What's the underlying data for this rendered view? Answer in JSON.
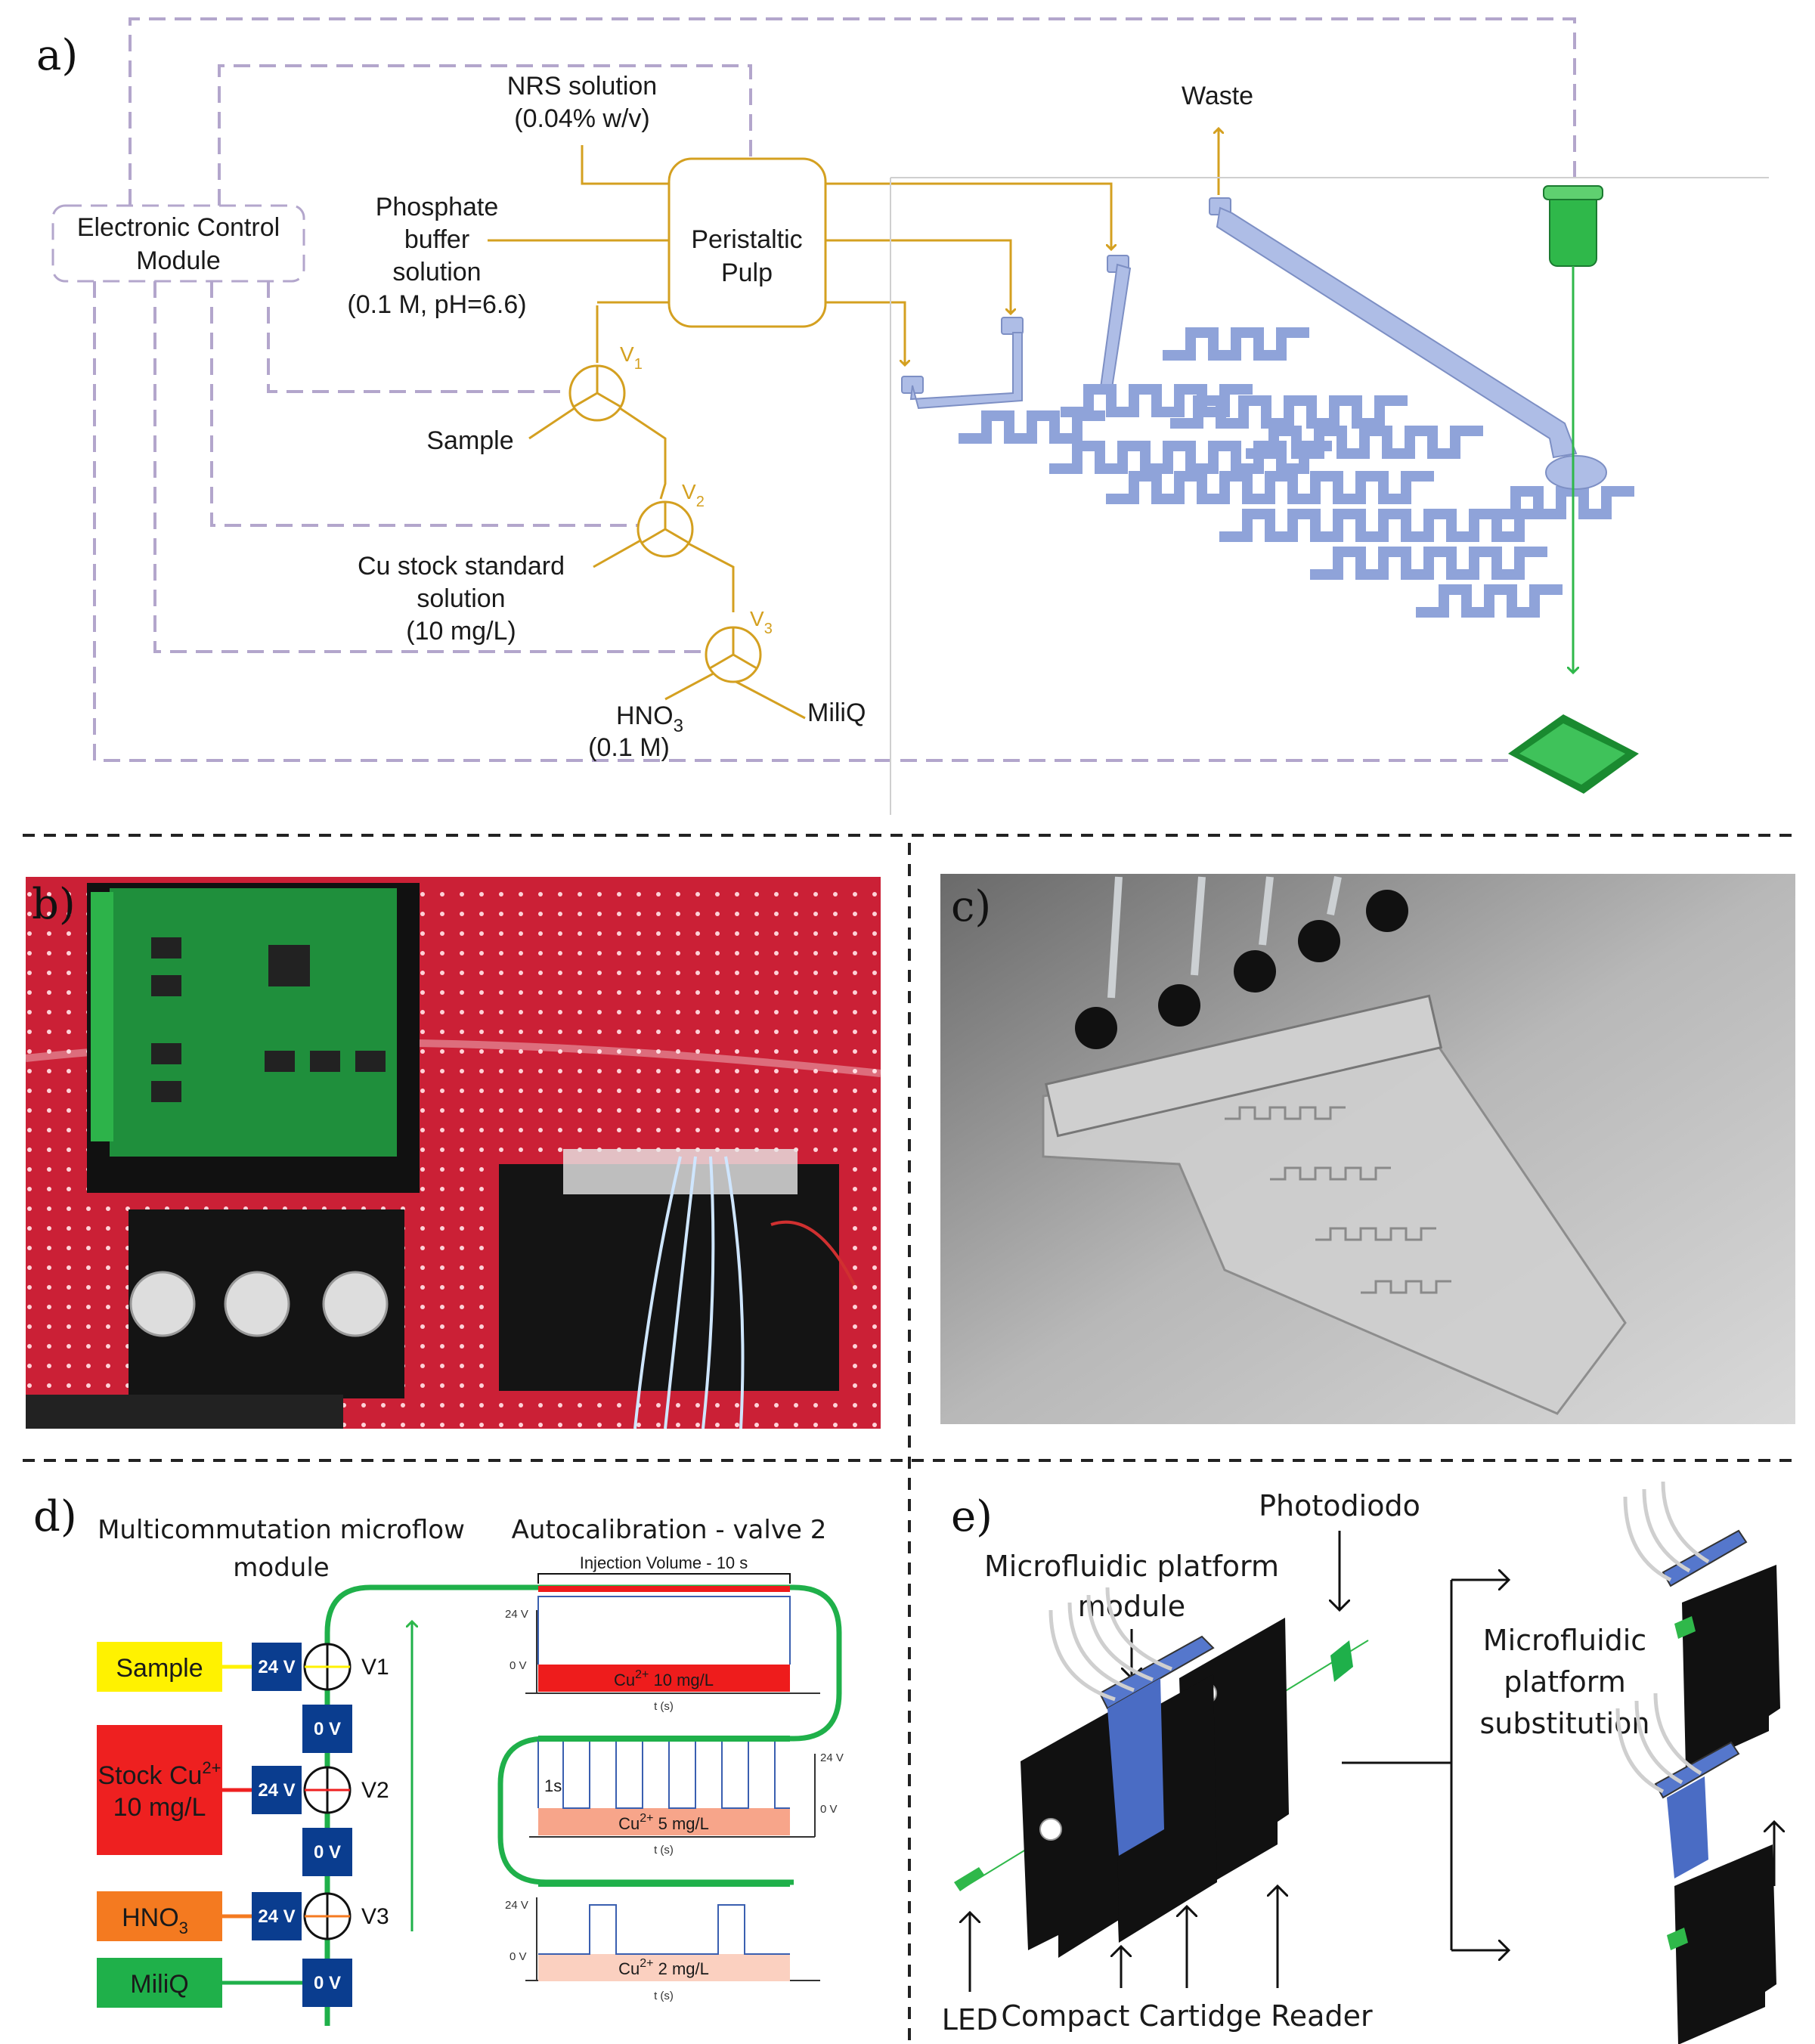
{
  "panels": {
    "a": "a)",
    "b": "b)",
    "c": "c)",
    "d": "d)",
    "e": "e)"
  },
  "panel_a": {
    "ecm": [
      "Electronic Control",
      "Module"
    ],
    "pump": [
      "Peristaltic",
      "Pulp"
    ],
    "nrs": [
      "NRS solution",
      "(0.04% w/v)"
    ],
    "phosphate": [
      "Phosphate",
      "buffer",
      "solution",
      "(0.1 M, pH=6.6)"
    ],
    "sample": "Sample",
    "cu_stock": [
      "Cu stock standard",
      "solution",
      "(10 mg/L)"
    ],
    "hno3": "HNO",
    "hno3_sub": "3",
    "hno3_conc": "(0.1 M)",
    "miliq": "MiliQ",
    "waste": "Waste",
    "valves": [
      {
        "name": "V",
        "sub": "1"
      },
      {
        "name": "V",
        "sub": "2"
      },
      {
        "name": "V",
        "sub": "3"
      }
    ],
    "colors": {
      "fluid": "#d4a020",
      "control": "#b3a6cc",
      "chip": "#a6b8e0",
      "led": "#2fb84a"
    }
  },
  "panel_d": {
    "title_left": [
      "Multicommutation microflow",
      "module"
    ],
    "title_right": "Autocalibration - valve 2",
    "inputs": [
      {
        "label": "Sample",
        "color": "#fff200",
        "text_color": "#1a1a1a"
      },
      {
        "label": "Stock Cu",
        "sup": "2+",
        "sub_line": "10 mg/L",
        "color": "#ee2020",
        "text_color": "#1a1a1a"
      },
      {
        "label": "HNO",
        "sub": "3",
        "color": "#f47a20",
        "text_color": "#1a1a1a"
      },
      {
        "label": "MiliQ",
        "color": "#1fb04a",
        "text_color": "#1a1a1a"
      }
    ],
    "voltages": [
      "24 V",
      "0 V",
      "24 V",
      "0 V",
      "24 V",
      "0 V"
    ],
    "valves": [
      "V1",
      "V2",
      "V3"
    ],
    "injection": "Injection Volume - 10 s",
    "plots": [
      {
        "label": "Cu",
        "sup": "2+",
        "rest": " 10 mg/L",
        "fill": "#ee1c1c"
      },
      {
        "label": "Cu",
        "sup": "2+",
        "rest": " 5 mg/L",
        "fill": "#f7a58a"
      },
      {
        "label": "Cu",
        "sup": "2+",
        "rest": " 2 mg/L",
        "fill": "#fbd0c0"
      }
    ],
    "axis_24": "24 V",
    "axis_0": "0 V",
    "axis_t": "t (s)",
    "pulse": "1s"
  },
  "panel_e": {
    "photodiode": "Photodiodo",
    "module": [
      "Microfluidic platform",
      "module"
    ],
    "substitution": [
      "Microfluidic",
      "platform",
      "substitution"
    ],
    "led": "LED",
    "reader": "Compact Cartidge Reader"
  }
}
